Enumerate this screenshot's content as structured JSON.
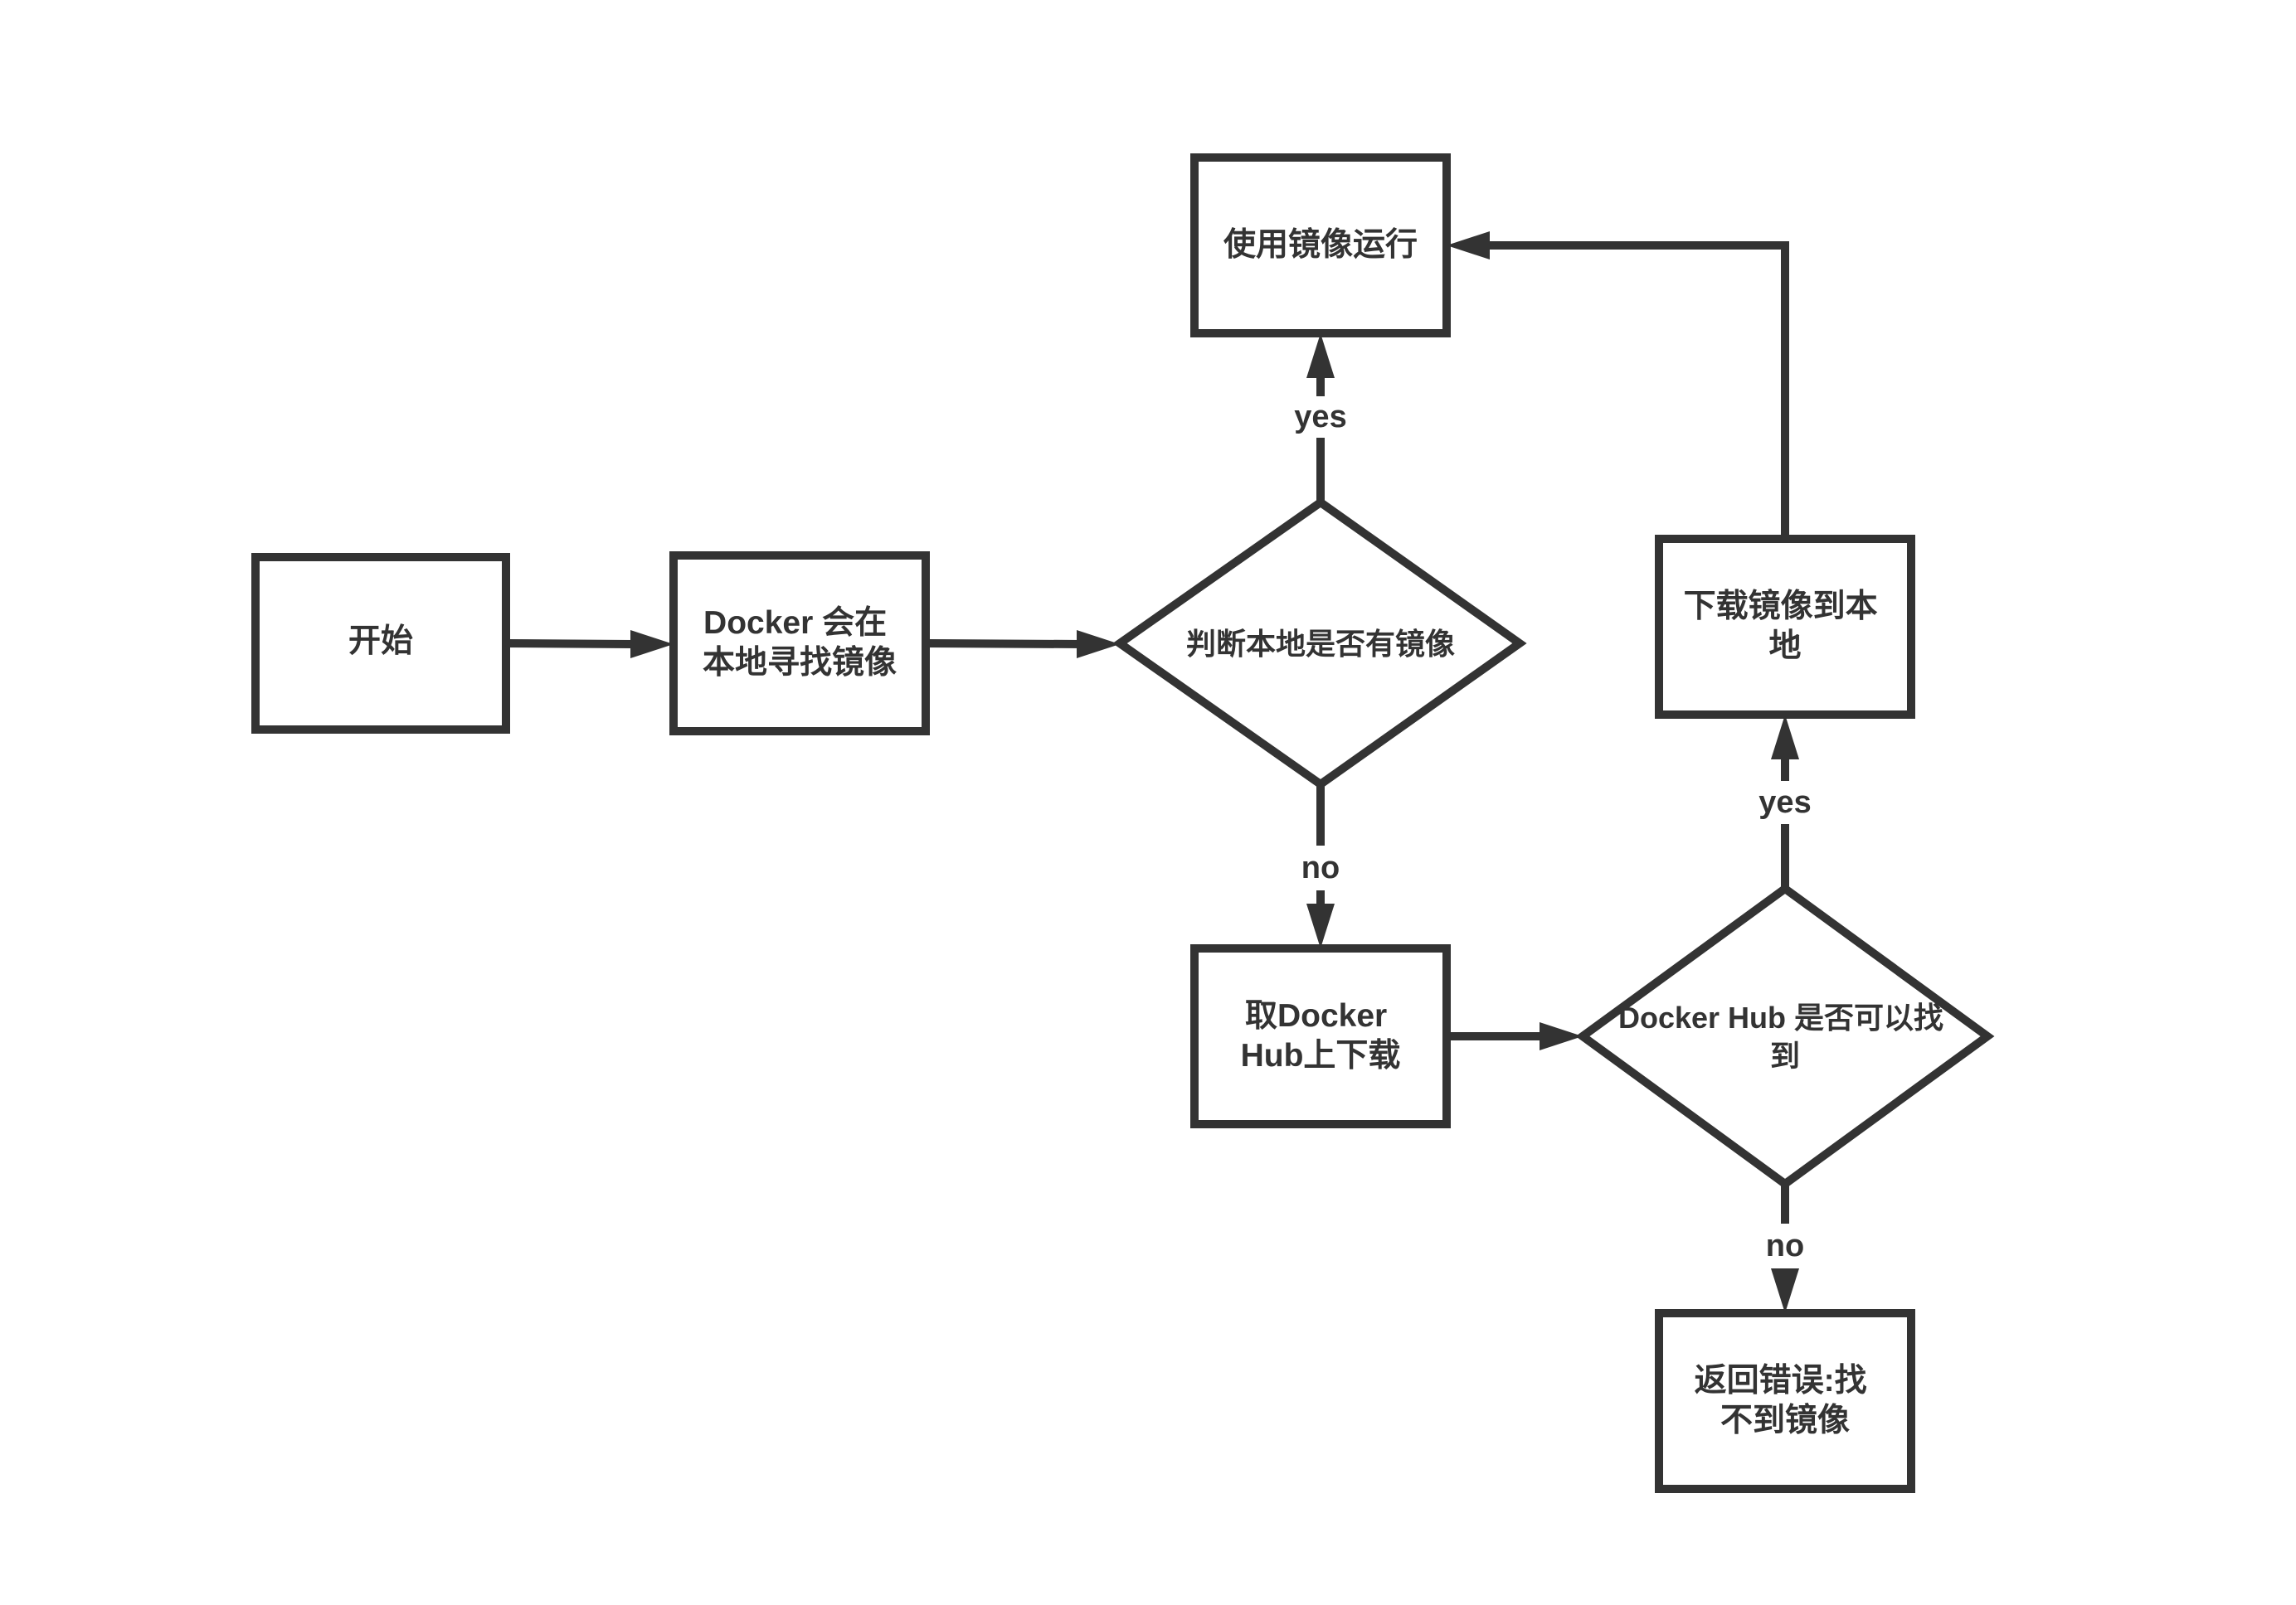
{
  "nodes": {
    "start": {
      "lines": [
        "开始"
      ]
    },
    "search_local": {
      "lines": [
        "Docker 会在",
        "本地寻找镜像"
      ]
    },
    "check_local": {
      "lines": [
        "判断本地是否有镜像"
      ]
    },
    "use_image": {
      "lines": [
        "使用镜像运行"
      ]
    },
    "pull_hub": {
      "lines": [
        "取Docker",
        "Hub上下载"
      ]
    },
    "check_hub": {
      "lines": [
        "Docker Hub 是否可以找",
        "到"
      ]
    },
    "download_local": {
      "lines": [
        "下载镜像到本",
        "地"
      ]
    },
    "error": {
      "lines": [
        "返回错误:找",
        "不到镜像"
      ]
    }
  },
  "edges": {
    "local_yes": "yes",
    "local_no": "no",
    "hub_yes": "yes",
    "hub_no": "no"
  }
}
